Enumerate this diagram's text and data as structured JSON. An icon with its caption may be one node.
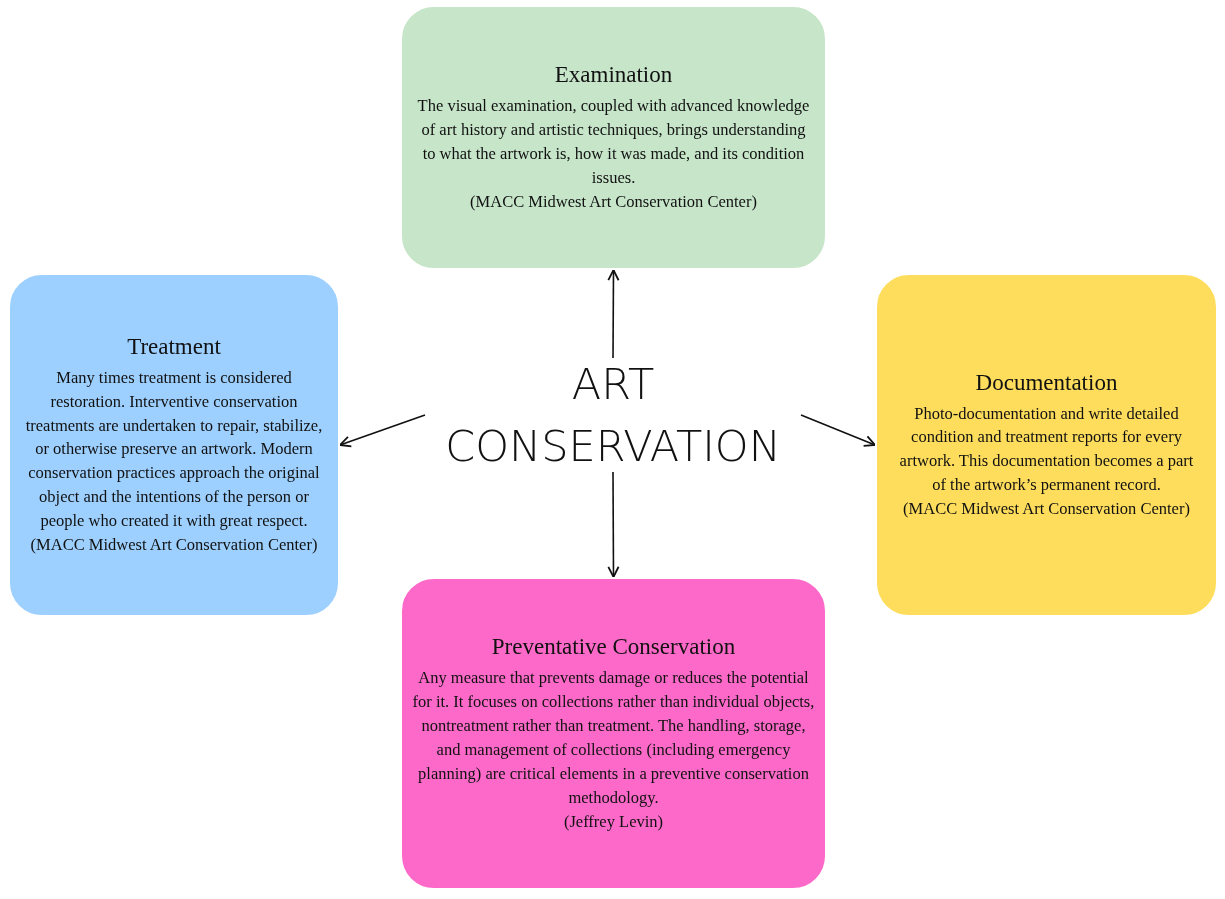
{
  "diagram": {
    "nodes": [
      {
        "text": [
          "Examination",
          "The visual examination, coupled with advanced knowledge of art history and artistic techniques, brings understanding to what the artwork is, how it was made, and its condition issues.",
          "(MACC Midwest Art Conservation Center)"
        ]
      },
      {
        "text": [
          "Treatment",
          "Many times treatment is considered restoration. Interventive conservation treatments are undertaken to repair, stabilize, or otherwise preserve an artwork. Modern conservation practices approach the original object and the intentions of the person or people who created it with great respect.",
          "(MACC Midwest Art Conservation Center)"
        ]
      },
      {
        "text": [
          "ART CONSERVATION"
        ]
      },
      {
        "text": [
          "Documentation",
          "Photo-documentation and write detailed condition and treatment reports for every artwork. This documentation becomes a part of the artwork’s permanent record.",
          "(MACC Midwest Art Conservation Center)"
        ]
      },
      {
        "text": [
          "Preventative Conservation",
          "Any measure that prevents damage or reduces the potential for it. It focuses on collections rather than individual objects, nontreatment rather than treatment. The handling, storage, and management of collections (including emergency planning) are critical elements in a preventive conservation methodology.",
          "(Jeffrey Levin)"
        ]
      }
    ],
    "edges": [
      {
        "from": 2,
        "to": 0,
        "arrow": "to"
      },
      {
        "from": 2,
        "to": 1,
        "arrow": "to"
      },
      {
        "from": 2,
        "to": 3,
        "arrow": "to"
      },
      {
        "from": 2,
        "to": 4,
        "arrow": "to"
      }
    ]
  }
}
